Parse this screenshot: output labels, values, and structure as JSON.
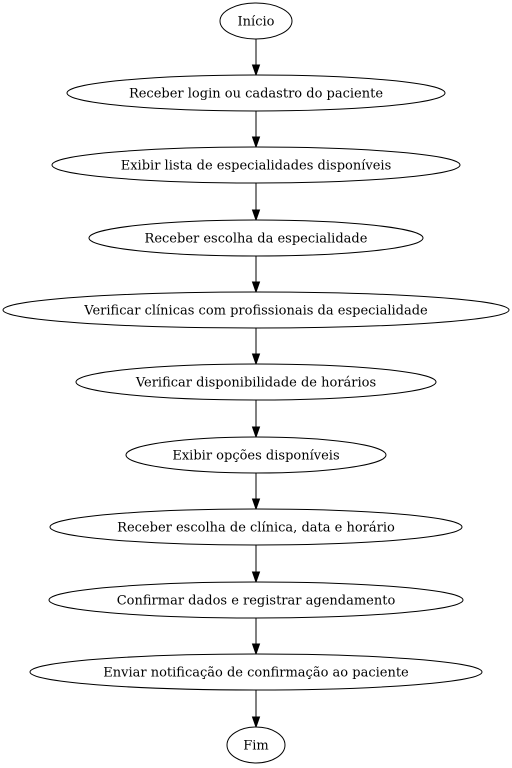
{
  "flowchart": {
    "nodes": [
      {
        "id": "inicio",
        "label": "Início"
      },
      {
        "id": "login",
        "label": "Receber login ou cadastro do paciente"
      },
      {
        "id": "lista",
        "label": "Exibir lista de especialidades disponíveis"
      },
      {
        "id": "escolha_esp",
        "label": "Receber escolha da especialidade"
      },
      {
        "id": "clinicas",
        "label": "Verificar clínicas com profissionais da especialidade"
      },
      {
        "id": "disponibilidade",
        "label": "Verificar disponibilidade de horários"
      },
      {
        "id": "opcoes",
        "label": "Exibir opções disponíveis"
      },
      {
        "id": "escolha_clinica",
        "label": "Receber escolha de clínica, data e horário"
      },
      {
        "id": "confirmar",
        "label": "Confirmar dados e registrar agendamento"
      },
      {
        "id": "notificacao",
        "label": "Enviar notificação de confirmação ao paciente"
      },
      {
        "id": "fim",
        "label": "Fim"
      }
    ],
    "edges": [
      {
        "from": "inicio",
        "to": "login"
      },
      {
        "from": "login",
        "to": "lista"
      },
      {
        "from": "lista",
        "to": "escolha_esp"
      },
      {
        "from": "escolha_esp",
        "to": "clinicas"
      },
      {
        "from": "clinicas",
        "to": "disponibilidade"
      },
      {
        "from": "disponibilidade",
        "to": "opcoes"
      },
      {
        "from": "opcoes",
        "to": "escolha_clinica"
      },
      {
        "from": "escolha_clinica",
        "to": "confirmar"
      },
      {
        "from": "confirmar",
        "to": "notificacao"
      },
      {
        "from": "notificacao",
        "to": "fim"
      }
    ]
  }
}
